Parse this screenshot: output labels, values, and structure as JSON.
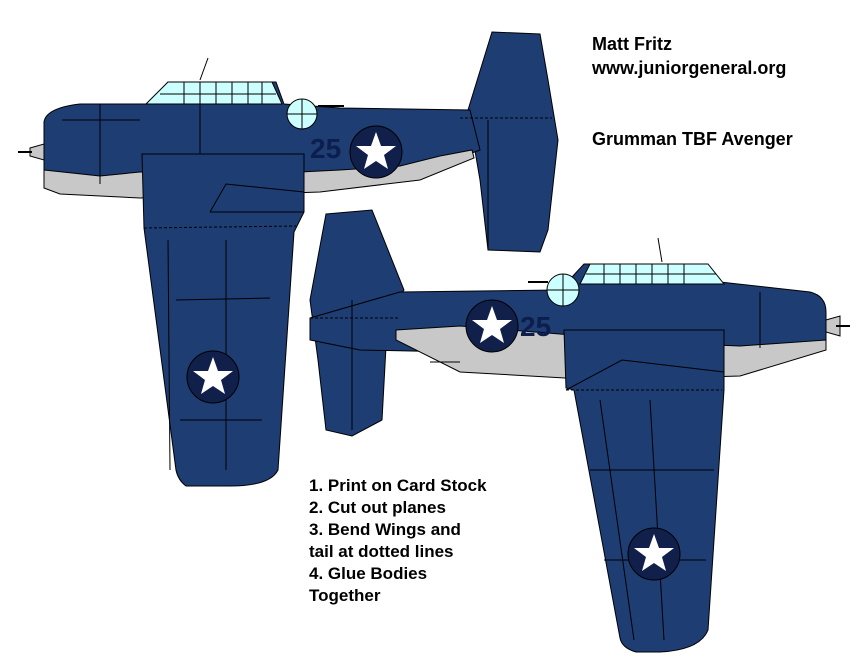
{
  "credits": {
    "author": "Matt Fritz",
    "website": "www.juniorgeneral.org"
  },
  "title": "Grumman TBF Avenger",
  "aircraft_number": "25",
  "instructions": [
    "1.  Print on Card Stock",
    "2.  Cut out planes",
    "3.  Bend Wings and",
    "tail at dotted lines",
    "4.  Glue Bodies",
    "Together"
  ],
  "colors": {
    "navy": "#1e3d73",
    "belly_grey": "#c8c8c8",
    "canopy": "#ccffff",
    "insignia_dark": "#10204a",
    "insignia_star": "#ffffff",
    "number": "#0c1e4e"
  }
}
